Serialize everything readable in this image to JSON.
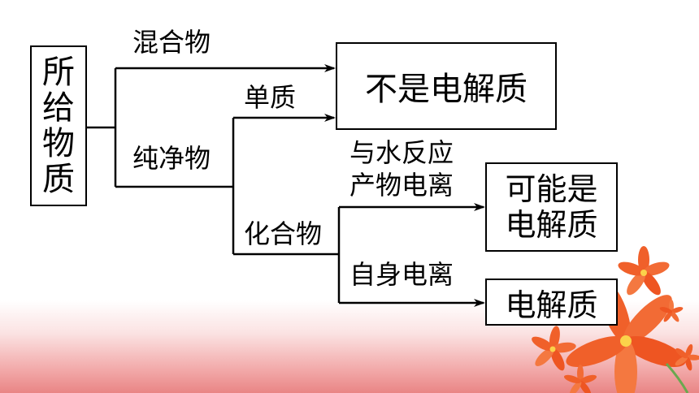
{
  "diagram": {
    "source": "所给物质",
    "branches": {
      "mixture": "混合物",
      "pure": "纯净物",
      "simple": "单质",
      "compound": "化合物",
      "react_line1": "与水反应",
      "react_line2": "产物电离",
      "self_ionize": "自身电离"
    },
    "results": {
      "not_electrolyte": "不是电解质",
      "maybe_electrolyte": "可能是电解质",
      "electrolyte": "电解质"
    }
  },
  "decoration": {
    "flower_color": "#f0602a",
    "band_color": "#f2a9a9"
  }
}
